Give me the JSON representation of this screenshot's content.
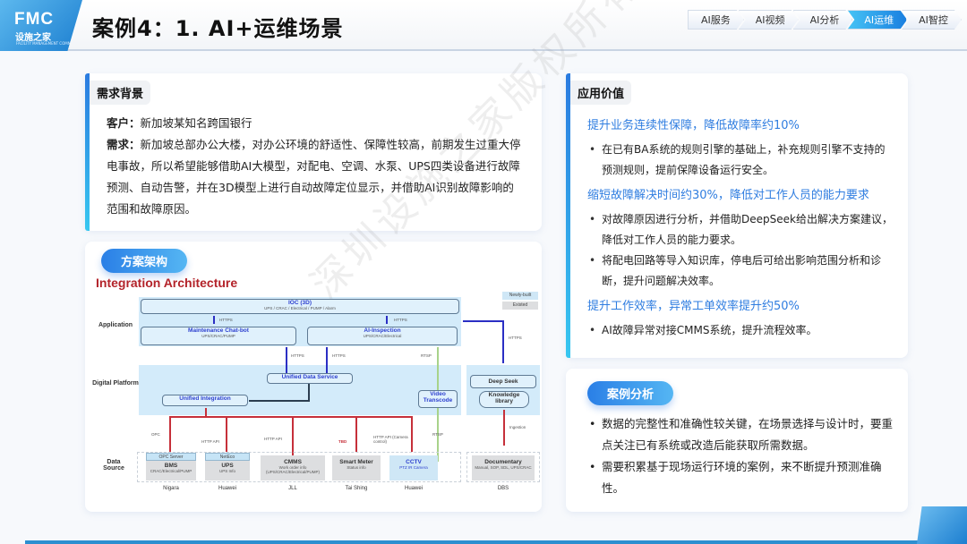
{
  "header": {
    "logo_main": "FMC",
    "logo_sub": "设施之家",
    "logo_tiny": "FACILITY MANAGEMENT COMMUNITY",
    "title": "案例4：1. AI+运维场景"
  },
  "breadcrumb": {
    "items": [
      {
        "label": "AI服务",
        "active": false
      },
      {
        "label": "AI视频",
        "active": false
      },
      {
        "label": "AI分析",
        "active": false
      },
      {
        "label": "AI运维",
        "active": true
      },
      {
        "label": "AI智控",
        "active": false
      }
    ],
    "active_color": "#1a7fe0"
  },
  "requirements": {
    "tag": "需求背景",
    "customer_label": "客户：",
    "customer_value": "新加坡某知名跨国银行",
    "need_label": "需求：",
    "need_value": "新加坡总部办公大楼，对办公环境的舒适性、保障性较高，前期发生过重大停电事故，所以希望能够借助AI大模型，对配电、空调、水泵、UPS四类设备进行故障预测、自动告警，并在3D模型上进行自动故障定位显示，并借助AI识别故障影响的范围和故障原因。"
  },
  "architecture": {
    "tag": "方案架构",
    "title": "Integration Architecture",
    "legend": {
      "new": "Newly-built",
      "existing": "Existed"
    },
    "layers": {
      "application": "Application",
      "digital": "Digital Platform",
      "source": "Data Source"
    },
    "ioc": {
      "title": "IOC (3D)",
      "sub": "UPS / CRAC / Electrical / PUMP / Alarm"
    },
    "chatbot": {
      "title": "Maintenance Chat-bot",
      "sub": "UPS/CRAC/PUMP"
    },
    "inspection": {
      "title": "AI-Inspection",
      "sub": "UPS/CRAC/Electrical"
    },
    "uds": "Unified Data Service",
    "ui": "Unified Integration",
    "video": "Video Transcode",
    "deepseek": "Deep Seek",
    "knowledge": "Knowledge library",
    "protocols": {
      "https": "HTTPS",
      "rtsp": "RTSP",
      "opc": "OPC",
      "http_api": "HTTP API",
      "tbd": "TBD",
      "http_api_cam": "HTTP API (Camera control)",
      "ingestion": "Ingestion"
    },
    "sources": [
      {
        "tag": "OPC Server",
        "title": "BMS",
        "sub": "CRAC/Electrical/PUMP",
        "vendor": "Nigara"
      },
      {
        "tag": "NetEco",
        "title": "UPS",
        "sub": "UPS Info",
        "vendor": "Huawei"
      },
      {
        "tag": "",
        "title": "CMMS",
        "sub": "Work order info (UPS/CRAC/Electrical/PUMP)",
        "vendor": "JLL"
      },
      {
        "tag": "",
        "title": "Smart Meter",
        "sub": "Status info",
        "vendor": "Tai Shing"
      },
      {
        "tag": "",
        "title": "CCTV",
        "sub": "PTZ IR Camera",
        "vendor": "Huawei"
      },
      {
        "tag": "",
        "title": "Documentary",
        "sub": "Manual, SOP, SDL, UPS/CRAC",
        "vendor": "DBS"
      }
    ]
  },
  "value": {
    "tag": "应用价值",
    "sections": [
      {
        "heading": "提升业务连续性保障，降低故障率约10%",
        "items": [
          "在已有BA系统的规则引擎的基础上，补充规则引擎不支持的预测规则，提前保障设备运行安全。"
        ]
      },
      {
        "heading": "缩短故障解决时间约30%，降低对工作人员的能力要求",
        "items": [
          "对故障原因进行分析，并借助DeepSeek给出解决方案建议，降低对工作人员的能力要求。",
          "将配电回路等导入知识库，停电后可给出影响范围分析和诊断，提升问题解决效率。"
        ]
      },
      {
        "heading": "提升工作效率，异常工单效率提升约50%",
        "items": [
          "AI故障异常对接CMMS系统，提升流程效率。"
        ]
      }
    ],
    "heading_color": "#2f7de0"
  },
  "case_analysis": {
    "tag": "案例分析",
    "items": [
      "数据的完整性和准确性较关键，在场景选择与设计时，要重点关注已有系统或改造后能获取所需数据。",
      "需要积累基于现场运行环境的案例，来不断提升预测准确性。"
    ]
  },
  "watermark": "深圳设施之家版权所有"
}
